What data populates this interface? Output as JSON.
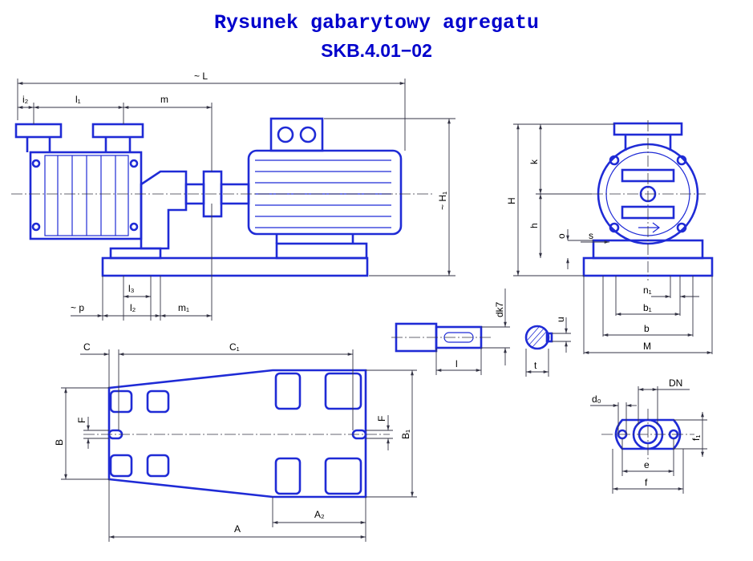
{
  "title": "Rysunek gabarytowy agregatu",
  "subtitle": "SKB.4.01−02",
  "labels": {
    "L": "~ L",
    "i2": "i₂",
    "l1": "l₁",
    "m": "m",
    "H1": "~ H₁",
    "H": "H",
    "k": "k",
    "h": "h",
    "o": "o",
    "s": "s",
    "n1": "n₁",
    "b1": "b₁",
    "b": "b",
    "M": "M",
    "l3": "l₃",
    "p": "~ p",
    "l2": "l₂",
    "m1": "m₁",
    "dk7": "dk7",
    "u": "u",
    "l": "l",
    "t": "t",
    "C": "C",
    "C1": "C₁",
    "B": "B",
    "F_left": "F",
    "F_right": "F",
    "B1": "B₁",
    "A2": "A₂",
    "A": "A",
    "DN": "DN",
    "d0": "d₀",
    "f1": "f₁",
    "e": "e",
    "f": "f"
  }
}
